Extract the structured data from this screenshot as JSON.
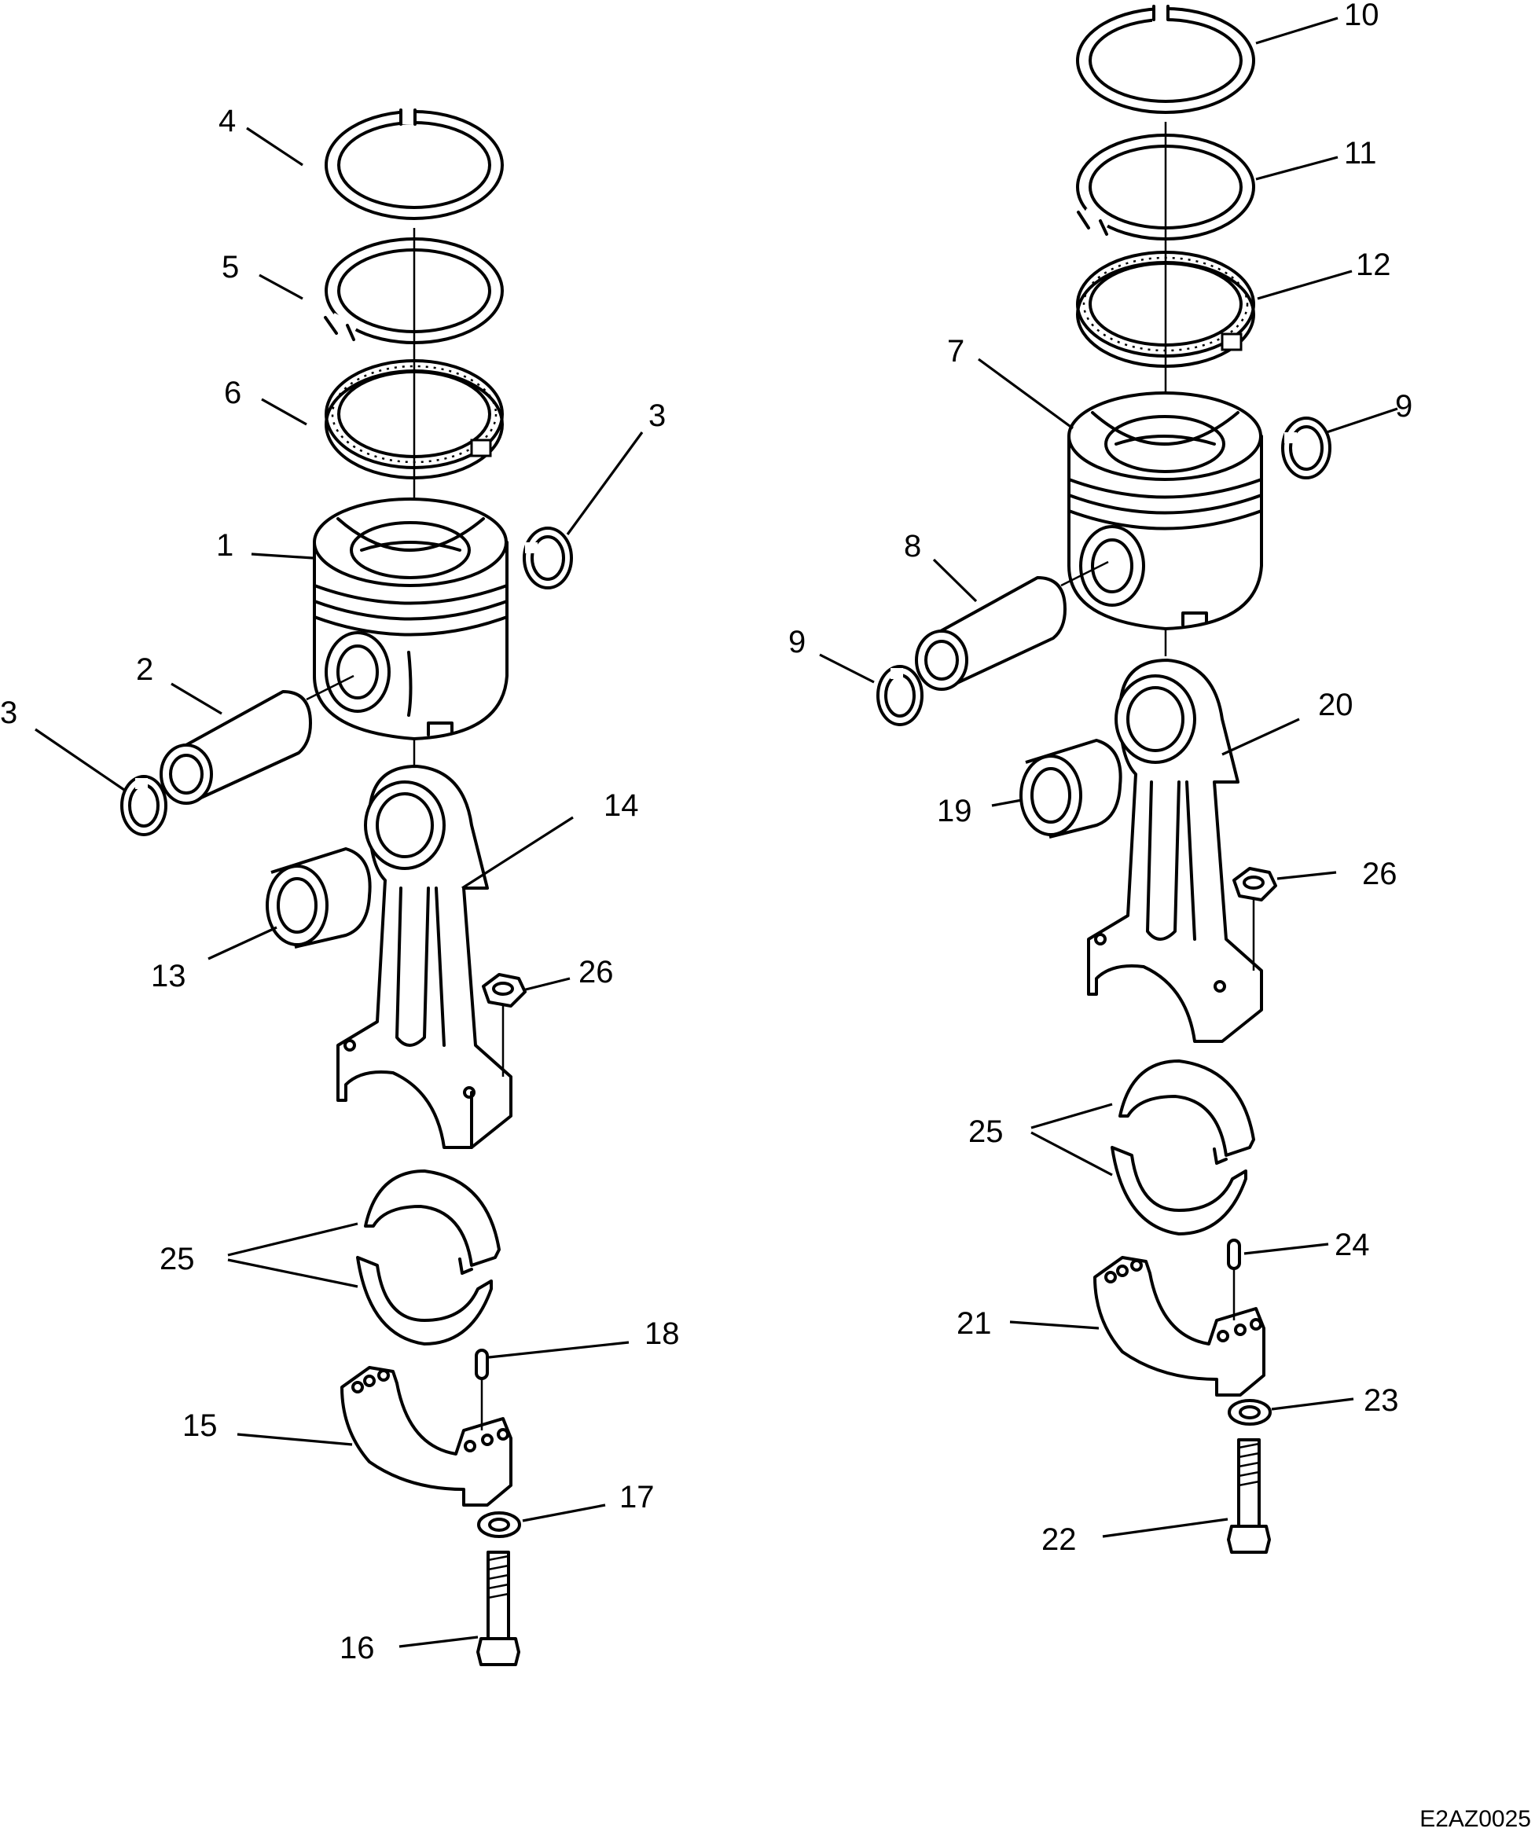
{
  "drawing_code": "E2AZ0025",
  "assemblies": [
    {
      "id": "left",
      "callouts": [
        "1",
        "2",
        "3",
        "3",
        "4",
        "5",
        "6",
        "13",
        "14",
        "15",
        "16",
        "17",
        "18",
        "25",
        "26"
      ]
    },
    {
      "id": "right",
      "callouts": [
        "7",
        "8",
        "9",
        "9",
        "10",
        "11",
        "12",
        "19",
        "20",
        "21",
        "22",
        "23",
        "24",
        "25",
        "26"
      ]
    }
  ],
  "colors": {
    "ink": "#000000",
    "paper": "#ffffff"
  }
}
